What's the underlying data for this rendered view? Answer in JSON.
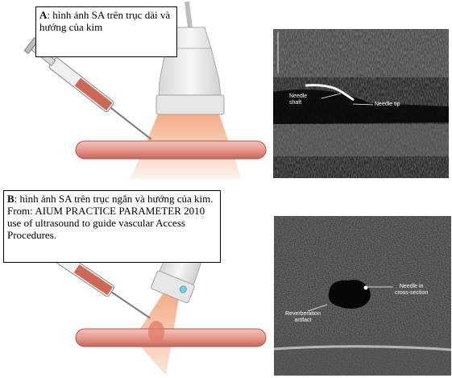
{
  "panel_a": {
    "caption_letter": "A",
    "caption_text": ": hình ảnh SA trên trục dài và hướng của kim",
    "label_needle_shaft_line1": "Needle",
    "label_needle_shaft_line2": "shaft",
    "label_needle_tip": "Needle tip"
  },
  "panel_b": {
    "caption_letter": "B",
    "caption_text": ": hình ảnh SA trên trục ngắn và hướng của kim. From: AIUM PRACTICE PARAMETER 2010 use of ultrasound to guide vascular Access Procedures.",
    "label_needle_line1": "Needle in",
    "label_needle_line2": "cross-section",
    "label_artifact_line1": "Reverberation",
    "label_artifact_line2": "artifact"
  },
  "colors": {
    "vessel": "#e89a8e",
    "probe": "#ececec",
    "beam": "#f4a781",
    "syringe_fluid": "#c8503a"
  }
}
